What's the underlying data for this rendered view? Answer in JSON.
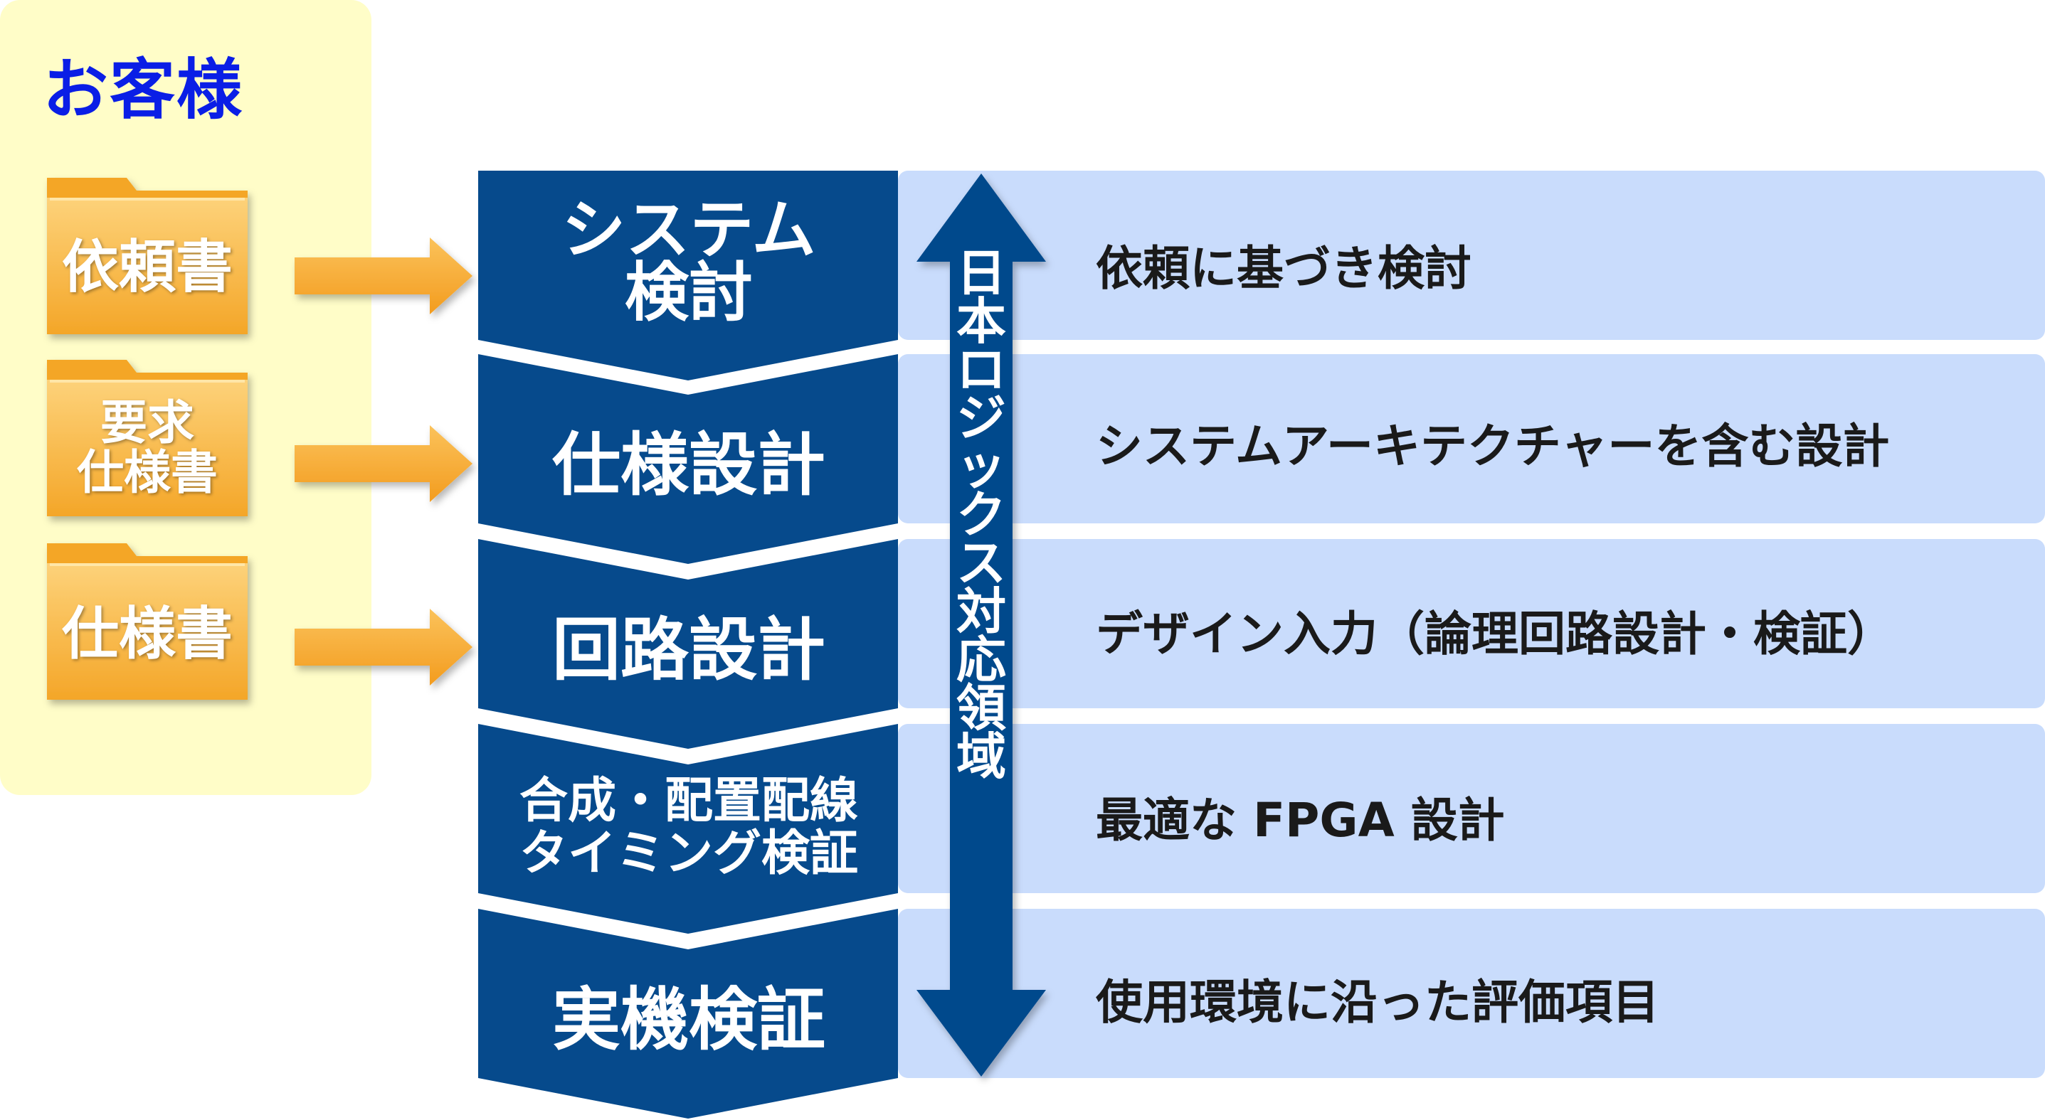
{
  "customer": {
    "title": "お客様",
    "documents": [
      {
        "label": "依頼書"
      },
      {
        "label": "要求\n仕様書"
      },
      {
        "label": "仕様書"
      }
    ]
  },
  "flow": {
    "steps": [
      {
        "label": "システム\n検討",
        "description": "依頼に基づき検討"
      },
      {
        "label": "仕様設計",
        "description": "システムアーキテクチャーを含む設計"
      },
      {
        "label": "回路設計",
        "description": "デザイン入力（論理回路設計・検証）"
      },
      {
        "label": "合成・配置配線\nタイミング検証",
        "description": "最適な FPGA 設計"
      },
      {
        "label": "実機検証",
        "description": "使用環境に沿った評価項目"
      }
    ],
    "scope_label": "日本ロジックス対応領域"
  },
  "colors": {
    "customer_panel": "#fffdc8",
    "customer_title": "#0a1ee6",
    "document_folder": "#f7b13c",
    "arrow": "#f9ad34",
    "step_chevron": "#064a8c",
    "description_band": "#c9dcfc",
    "scope_arrow": "#064a8c"
  },
  "icons": {
    "document": "folder-icon",
    "flow_arrow": "right-arrow-icon",
    "scope_arrow": "double-headed-vertical-arrow-icon"
  }
}
